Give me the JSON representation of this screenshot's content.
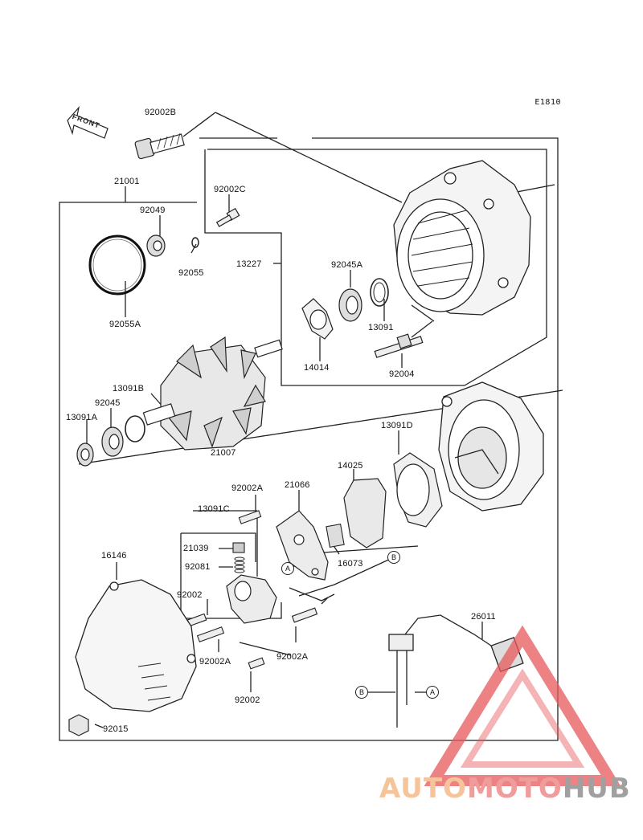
{
  "diagram": {
    "code": "E1810",
    "front_label": "FRONT",
    "part_labels": [
      "92002B",
      "21001",
      "92002C",
      "92049",
      "92055",
      "92055A",
      "13227",
      "92045A",
      "13091",
      "14014",
      "92004",
      "13091B",
      "92045",
      "13091A",
      "21007",
      "13091D",
      "14025",
      "92002A",
      "21066",
      "13091C",
      "21039",
      "92081",
      "16073",
      "16146",
      "92002",
      "92002A",
      "92002A",
      "92002",
      "92015",
      "26011"
    ],
    "callouts": [
      "A",
      "B",
      "B",
      "A"
    ]
  },
  "watermark": {
    "part1": "AUTO",
    "part2": "MOTO",
    "part3": "HUB",
    "colors": {
      "auto": "#f6c49a",
      "moto": "#ef9c9c",
      "hub": "#a0a0a0",
      "triangle": "#e8595c"
    }
  }
}
